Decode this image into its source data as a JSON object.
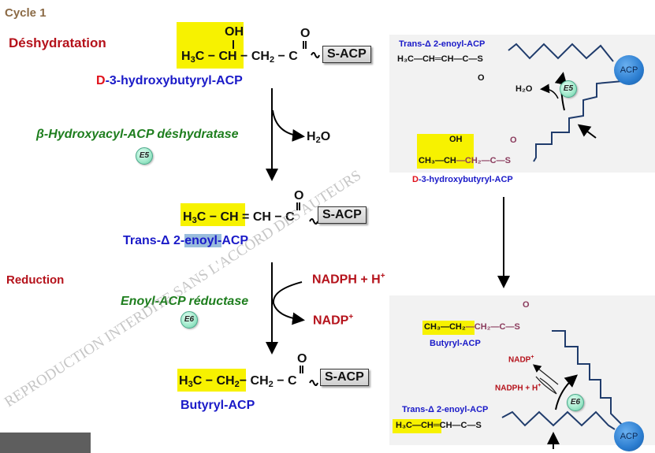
{
  "cycle_label": "Cycle 1",
  "steps": {
    "dehydration": "Déshydratation",
    "reduction": "Reduction"
  },
  "molecules": {
    "hydroxybutyryl": {
      "oh": "OH",
      "o": "O",
      "h3c": "H",
      "h3c_sub": "3",
      "c1": "C",
      "ch": "CH",
      "ch2": "CH",
      "ch2_sub": "2",
      "c": "C",
      "name_prefix": "D",
      "name_rest": "-3-hydroxybutyryl-ACP"
    },
    "enoyl": {
      "o": "O",
      "h3c": "H",
      "h3c_sub": "3",
      "c1": "C",
      "ch_a": "CH",
      "ch_b": "CH",
      "c": "C",
      "name_a": "Trans-Δ 2-",
      "name_b": "enoyl-",
      "name_c": "ACP"
    },
    "butyryl": {
      "o": "O",
      "h3c": "H",
      "h3c_sub": "3",
      "c1": "C",
      "ch2a": "CH",
      "ch2a_sub": "2",
      "ch2b": "CH",
      "ch2b_sub": "2",
      "c": "C",
      "name": "Butyryl-ACP"
    },
    "sacp": "S-ACP"
  },
  "enzymes": {
    "e5_name": "β-Hydroxyacyl-ACP déshydratase",
    "e5_badge": "E5",
    "e6_name": "Enoyl-ACP réductase",
    "e6_badge": "E6"
  },
  "cofactors": {
    "h2o": "H",
    "h2o_sub": "2",
    "h2o_o": "O",
    "nadph": "NADPH + H",
    "nadph_sup": "+",
    "nadp": "NADP",
    "nadp_sup": "+"
  },
  "right_panel_top": {
    "enoyl_name": "Trans-Δ 2-enoyl-ACP",
    "enoyl_formula": "H₃C—CH═CH—C—S",
    "o": "O",
    "h2o": "H₂O",
    "badge": "E5",
    "acp": "ACP",
    "hydroxy_oh": "OH",
    "hydroxy_o": "O",
    "hydroxy_hl": "CH₃—CH",
    "hydroxy_rest": "—CH₂—C—S",
    "hydroxy_name_prefix": "D",
    "hydroxy_name_rest": "-3-hydroxybutyryl-ACP"
  },
  "right_panel_bottom": {
    "o": "O",
    "butyryl_hl": "CH₃—CH₂",
    "butyryl_rest": "—CH₂—C—S",
    "butyryl_name": "Butyryl-ACP",
    "nadp": "NADP",
    "nadp_sup": "+",
    "nadph": "NADPH + H",
    "nadph_sup": "+",
    "badge": "E6",
    "enoyl_name": "Trans-Δ 2-enoyl-ACP",
    "enoyl_hl": "H₃C—CH",
    "enoyl_rest": "═CH—C—S",
    "acp": "ACP"
  },
  "watermark": "REPRODUCTION INTERDITE SANS L'ACCORD DES AUTEURS"
}
